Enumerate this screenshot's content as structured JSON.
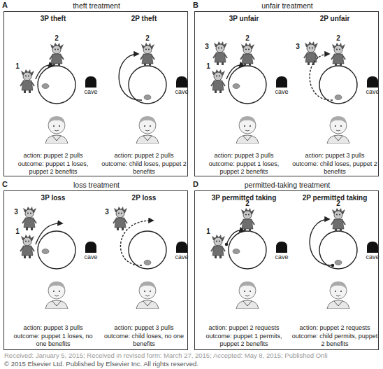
{
  "diagram": {
    "nodes": [
      {
        "text": [
          "A",
          "theft treatment",
          "3P theft",
          "action: puppet 2 pulls",
          "outcome: puppet 1 loses, puppet 2 benefits",
          "2P theft",
          "action: puppet 2 pulls",
          "outcome: child loses, puppet 2 benefits"
        ]
      },
      {
        "text": [
          "B",
          "unfair treatment",
          "3P unfair",
          "action: puppet 3 pulls",
          "outcome: puppet 1 loses, puppet 2 benefits",
          "2P unfair",
          "action: puppet 3 pulls",
          "outcome: child loses, puppet 2 benefits"
        ]
      },
      {
        "text": [
          "C",
          "loss treatment",
          "3P loss",
          "action: puppet 3 pulls",
          "outcome: puppet 1 loses, no one benefits",
          "2P loss",
          "action: puppet 3 pulls",
          "outcome: child loses, no one benefits"
        ]
      },
      {
        "text": [
          "D",
          "permitted-taking treatment",
          "3P permitted taking",
          "action: puppet 2 requests",
          "outcome: puppet 1 permits, puppet 2 benefits",
          "2P permitted taking",
          "action: puppet 2 requests",
          "outcome: child permits, puppet 2 benefits"
        ]
      }
    ],
    "labels": [
      "2",
      "1",
      "cave",
      "2",
      "cave",
      "3",
      "2",
      "1",
      "cave",
      "3",
      "2",
      "cave",
      "3",
      "1",
      "cave",
      "3",
      "cave",
      "2",
      "1",
      "cave",
      "2",
      "cave",
      "Received: January 5, 2015; Received in revised form: March 27, 2015; Accepted: May 8, 2015; Published Onli",
      "© 2015 Elsevier Ltd. Published by Elsevier Inc. All rights reserved."
    ]
  }
}
